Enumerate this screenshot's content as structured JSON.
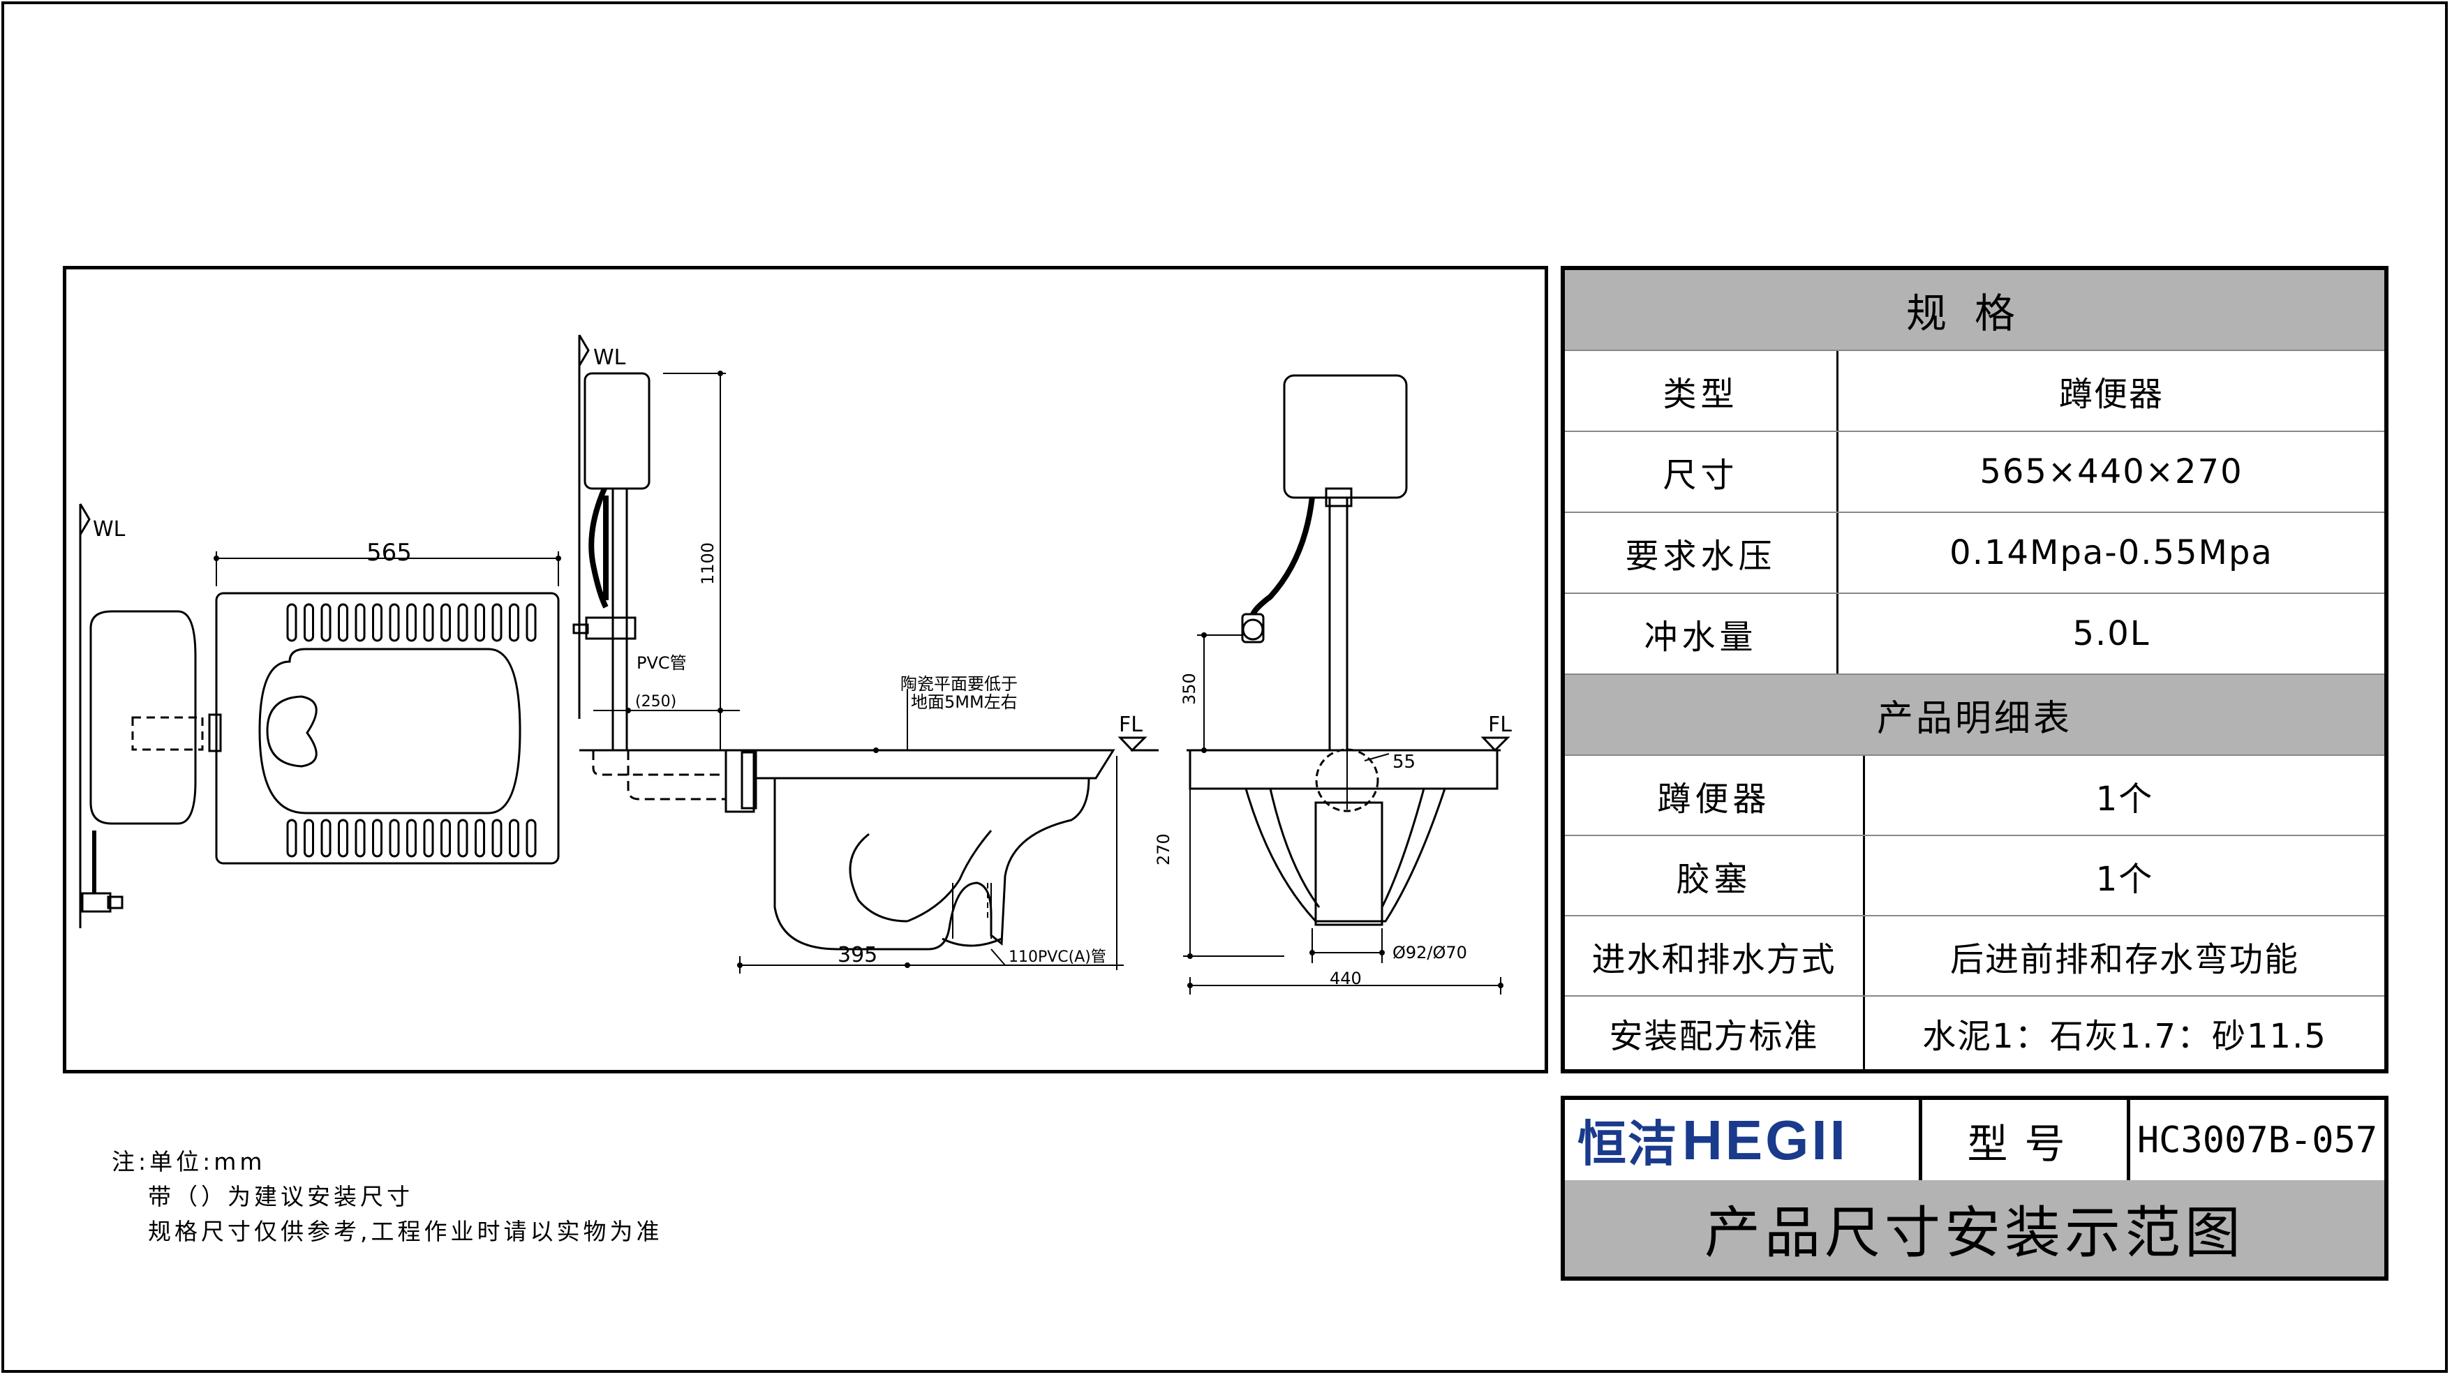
{
  "drawing": {
    "dim_overall_length": "565",
    "dim_tank_height": "1100",
    "dim_inlet_offset": "(250)",
    "dim_drain_setback": "395",
    "dim_inlet_height": "350",
    "dim_depth": "270",
    "dim_width": "440",
    "dim_outlet_dia": "55",
    "dim_pipe_dia": "Ø92/Ø70",
    "water_level": "WL",
    "floor_level": "FL",
    "pvc_pipe": "PVC管",
    "drain_pipe": "110PVC(A)管",
    "floor_note_1": "陶瓷平面要低于",
    "floor_note_2": "地面5MM左右"
  },
  "spec": {
    "header": "规格",
    "rows": [
      {
        "label": "类型",
        "value": "蹲便器"
      },
      {
        "label": "尺寸",
        "value": "565×440×270"
      },
      {
        "label": "要求水压",
        "value": "0.14Mpa-0.55Mpa"
      },
      {
        "label": "冲水量",
        "value": "5.0L"
      }
    ],
    "detail_header": "产品明细表",
    "detail_rows": [
      {
        "label": "蹲便器",
        "value": "1个"
      },
      {
        "label": "胶塞",
        "value": "1个"
      },
      {
        "label": "进水和排水方式",
        "value": "后进前排和存水弯功能"
      },
      {
        "label": "安装配方标准",
        "value": "水泥1：石灰1.7：砂11.5"
      }
    ]
  },
  "title_block": {
    "brand_cn": "恒洁",
    "brand_en": "HEGII",
    "model_label": "型号",
    "model": "HC3007B-057",
    "title": "产品尺寸安装示范图"
  },
  "notes": [
    "注:单位:mm",
    "带（）为建议安装尺寸",
    "规格尺寸仅供参考,工程作业时请以实物为准"
  ],
  "colors": {
    "brand": "#1a3a8c",
    "header_fill": "#b3b3b3"
  }
}
